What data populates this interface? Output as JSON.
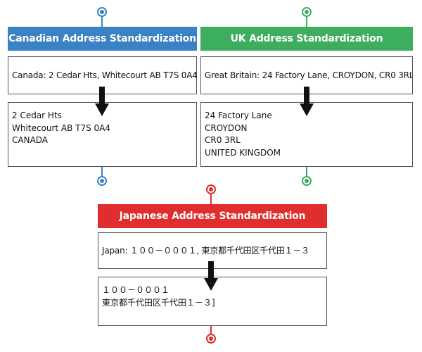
{
  "colors": {
    "canada": "#3b82c4",
    "uk": "#3dae5e",
    "japan": "#e02d2d"
  },
  "canada": {
    "title": "Canadian Address Standardization",
    "input": "Canada: 2 Cedar Hts, Whitecourt AB T7S 0A4",
    "output": [
      "2 Cedar Hts",
      "Whitecourt AB T7S 0A4",
      "CANADA"
    ]
  },
  "uk": {
    "title": "UK Address Standardization",
    "input": "Great Britain: 24 Factory Lane, CROYDON, CR0 3RL",
    "output": [
      "24 Factory Lane",
      "CROYDON",
      "CR0 3RL",
      "UNITED KINGDOM"
    ]
  },
  "japan": {
    "title": "Japanese Address Standardization",
    "input": "Japan: １００－０００１, 東京都千代田区千代田１－３",
    "output": [
      "１００－０００１",
      "東京都千代田区千代田１－３]"
    ]
  }
}
